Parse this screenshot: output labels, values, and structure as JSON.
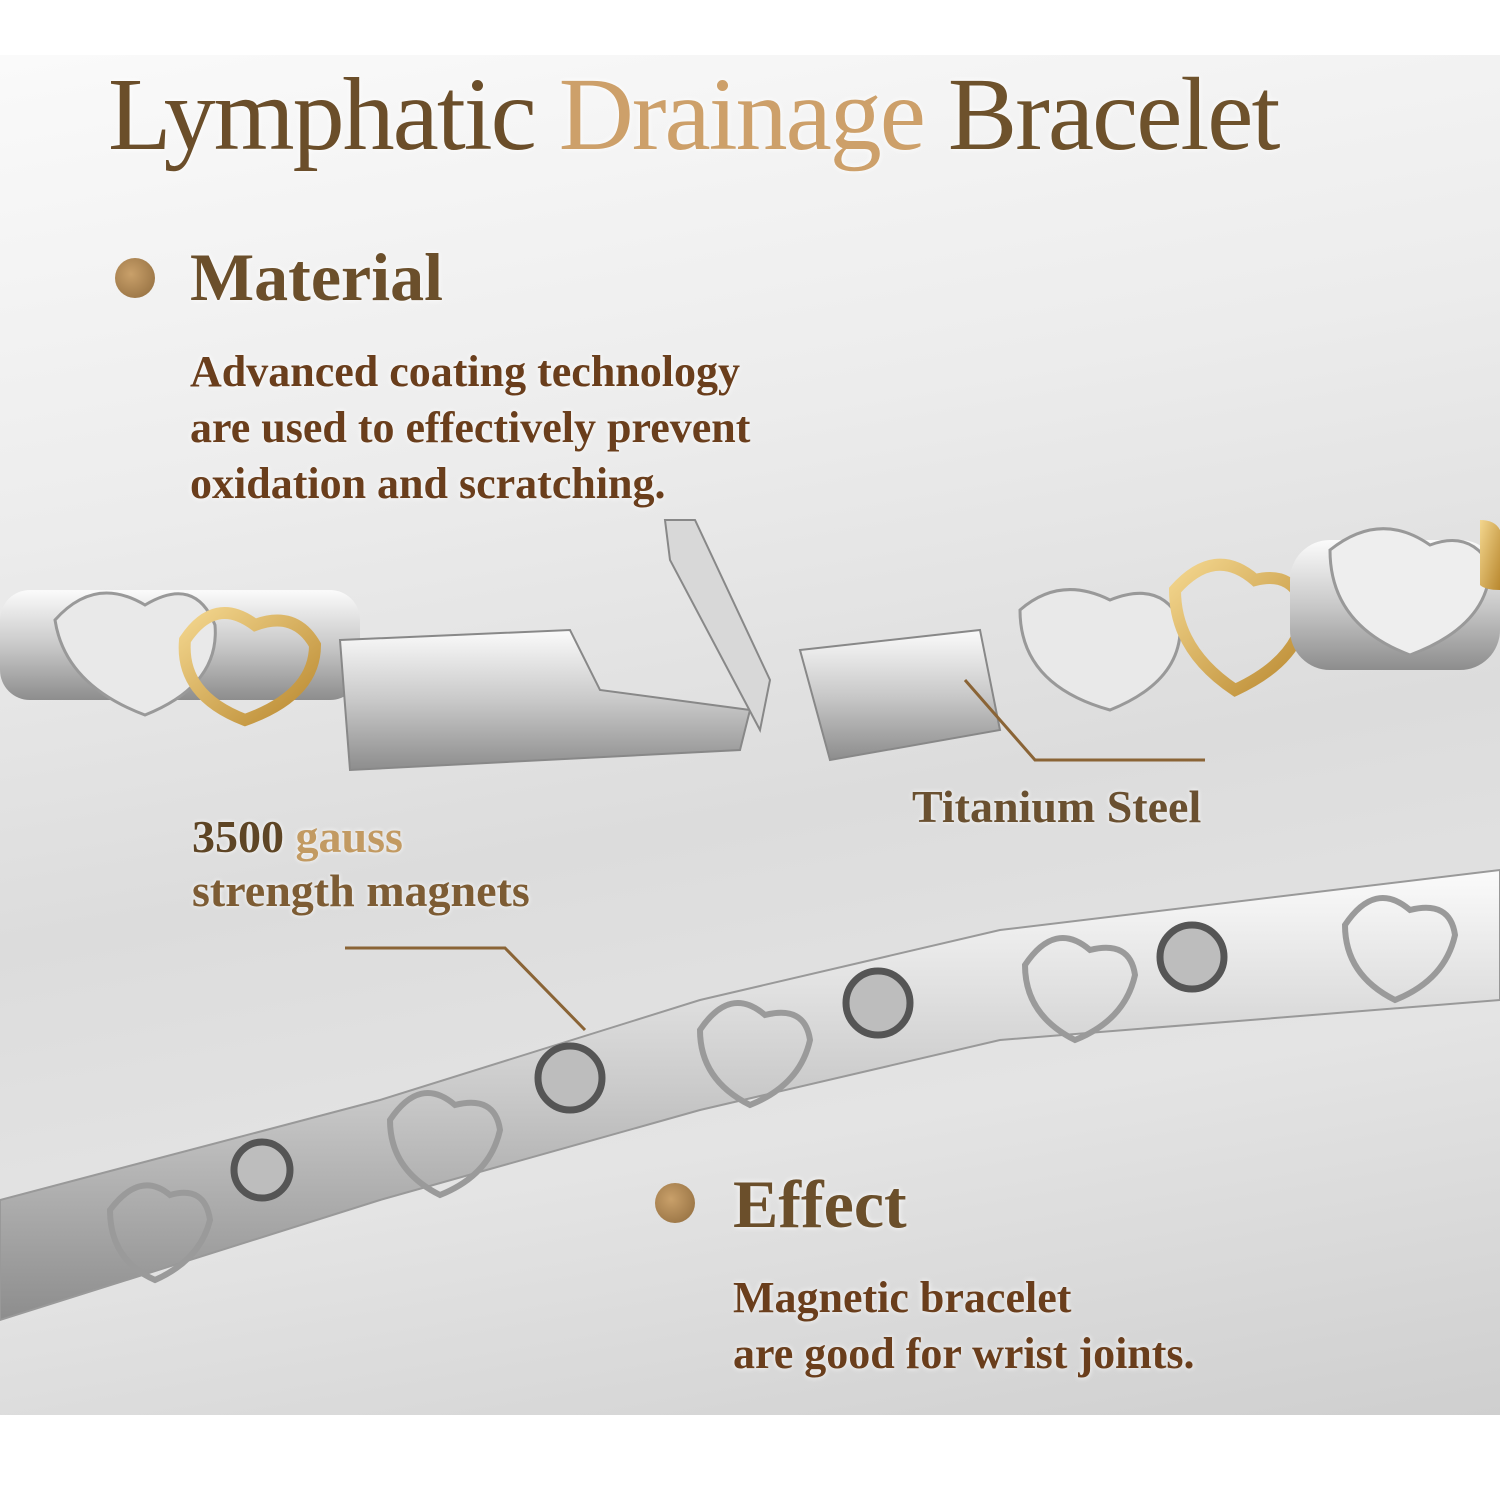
{
  "title": {
    "part1": "Lymphatic",
    "part2": "Drainage",
    "part3": "Bracelet"
  },
  "material": {
    "heading": "Material",
    "lines": [
      "Advanced coating technology",
      "are used to effectively prevent",
      "oxidation and scratching."
    ]
  },
  "callouts": {
    "titanium": "Titanium Steel",
    "gauss_num": "3500",
    "gauss_word": "gauss",
    "magnets": "strength magnets"
  },
  "effect": {
    "heading": "Effect",
    "lines": [
      "Magnetic bracelet",
      "are good for wrist joints."
    ]
  },
  "colors": {
    "gold": "#c9a06a",
    "brown": "#6a3e1c",
    "silver": "#c8c8c8"
  }
}
